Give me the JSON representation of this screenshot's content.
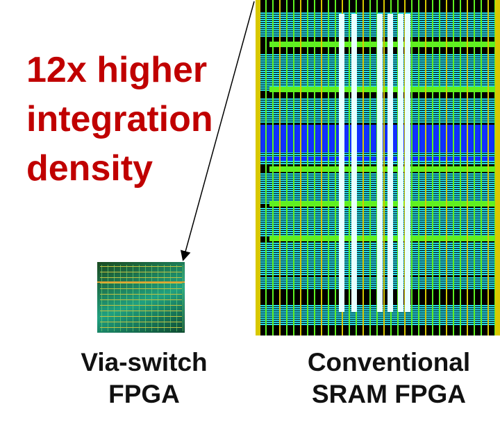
{
  "headline": {
    "lines": [
      "12x higher",
      "integration",
      "density"
    ],
    "color": "#c00000"
  },
  "captions": {
    "via_switch": [
      "Via-switch",
      "FPGA"
    ],
    "conventional": [
      "Conventional",
      "SRAM FPGA"
    ]
  },
  "colors": {
    "cyan": "#28d8e8",
    "blue": "#1030ff",
    "yellow": "#d8c800",
    "green": "#60f020",
    "white": "#e8ffff"
  }
}
